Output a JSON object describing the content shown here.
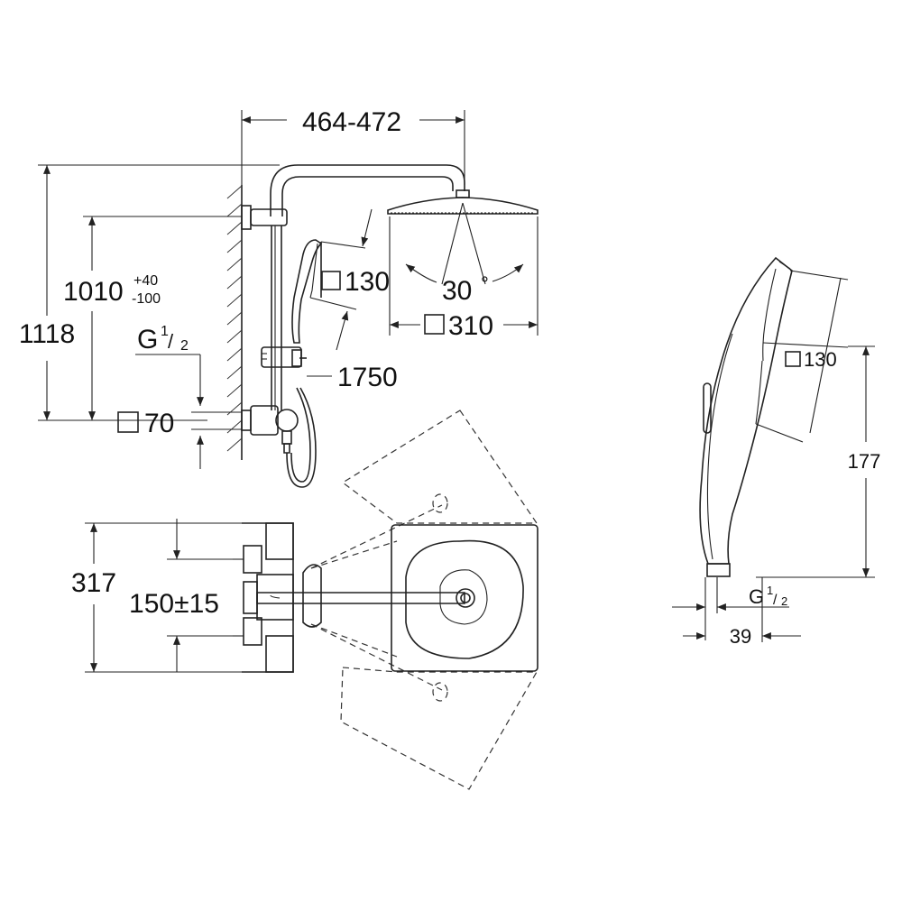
{
  "dimensions": {
    "width_top": "464-472",
    "total_height": "1118",
    "arm_height": "1010",
    "arm_tol_plus": "+40",
    "arm_tol_minus": "-100",
    "thread_g": "G",
    "thread_num": "1",
    "thread_den": "2",
    "body_square": "70",
    "hand_square": "130",
    "hose_length": "1750",
    "angle": "30",
    "angle_unit": "°",
    "head_square": "310",
    "depth": "317",
    "depth_offset": "150±15",
    "hand_side_square": "130",
    "hand_height": "177",
    "hand_thread_g": "G",
    "hand_thread_num": "1",
    "hand_thread_den": "2",
    "hand_diameter": "39"
  },
  "colors": {
    "line": "#222222",
    "background": "#ffffff"
  }
}
